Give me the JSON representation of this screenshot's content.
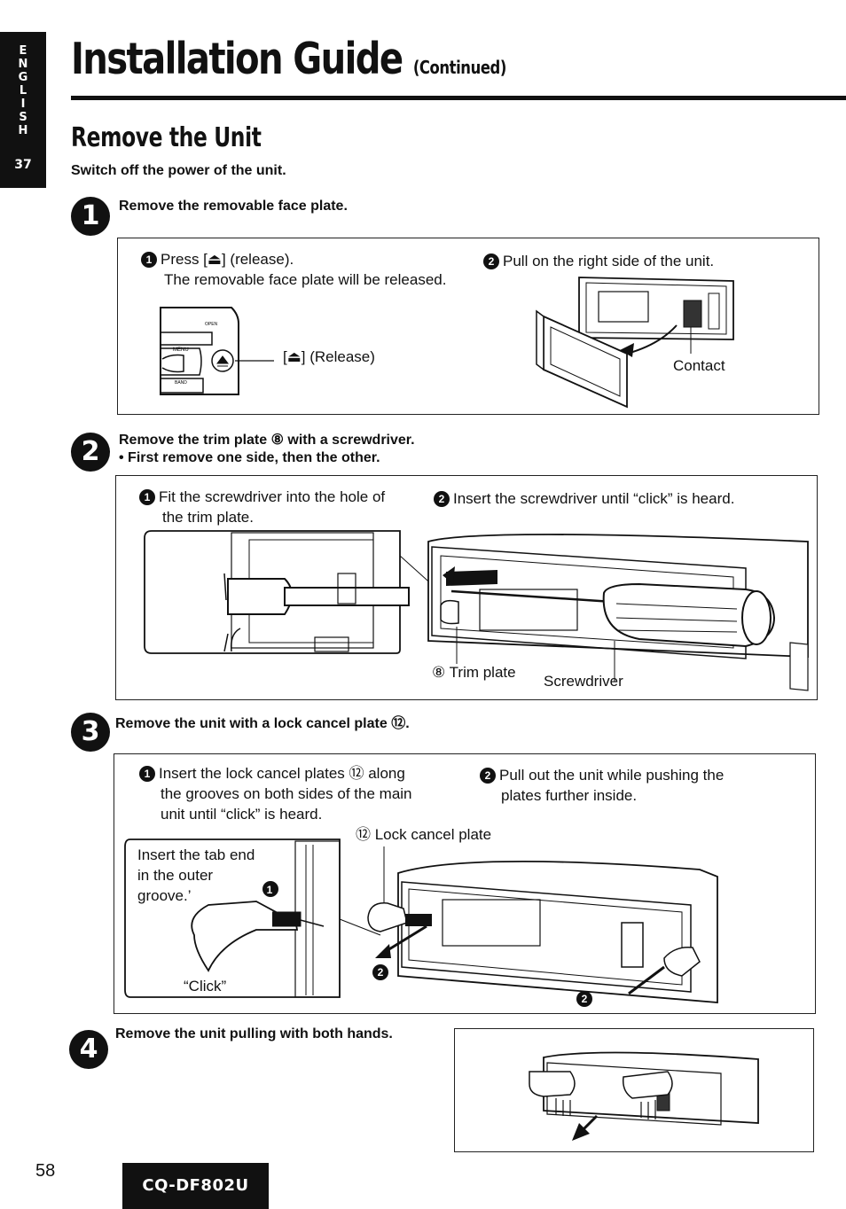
{
  "side_tab": {
    "letters": [
      "E",
      "N",
      "G",
      "L",
      "I",
      "S",
      "H"
    ],
    "page": "37"
  },
  "header": {
    "title": "Installation Guide",
    "subtitle": "(Continued)"
  },
  "section": {
    "title": "Remove the Unit",
    "lead": "Switch off the power of the unit."
  },
  "steps": [
    {
      "number": "1",
      "heading": "Remove the removable face plate.",
      "sub_a_marker": "1",
      "sub_a_line1": "Press [⏏] (release).",
      "sub_a_line2": "The removable face plate will be released.",
      "sub_b_marker": "2",
      "sub_b_line1": "Pull on the right side of the unit.",
      "callout_release": "[⏏] (Release)",
      "callout_contact": "Contact",
      "panel_labels": {
        "open": "OPEN",
        "menu": "MENU",
        "band": "BAND"
      }
    },
    {
      "number": "2",
      "heading": "Remove the trim plate ⑧ with a screwdriver.",
      "subheading": "• First remove one side, then the other.",
      "sub_a_marker": "1",
      "sub_a_line1": "Fit the screwdriver into the hole of",
      "sub_a_line2": "the trim plate.",
      "sub_b_marker": "2",
      "sub_b_line1": "Insert the screwdriver until “click” is heard.",
      "callout_trim": "⑧ Trim plate",
      "callout_screwdriver": "Screwdriver"
    },
    {
      "number": "3",
      "heading": "Remove the unit with a lock cancel plate ⑫.",
      "sub_a_marker": "1",
      "sub_a_line1": "Insert the lock cancel plates ⑫ along",
      "sub_a_line2": "the grooves on both sides of the main",
      "sub_a_line3": "unit until “click” is heard.",
      "sub_b_marker": "2",
      "sub_b_line1": "Pull out the unit while pushing the",
      "sub_b_line2": "plates further inside.",
      "callout_lock": "⑫ Lock cancel plate",
      "inset_line1": "Insert the tab end",
      "inset_line2": "in the outer",
      "inset_line3": "groove.’",
      "inset_click": "“Click”",
      "marker_1": "1",
      "marker_2a": "2",
      "marker_2b": "2"
    },
    {
      "number": "4",
      "heading": "Remove the unit pulling with both hands."
    }
  ],
  "footer": {
    "page_number": "58",
    "model": "CQ-DF802U"
  }
}
